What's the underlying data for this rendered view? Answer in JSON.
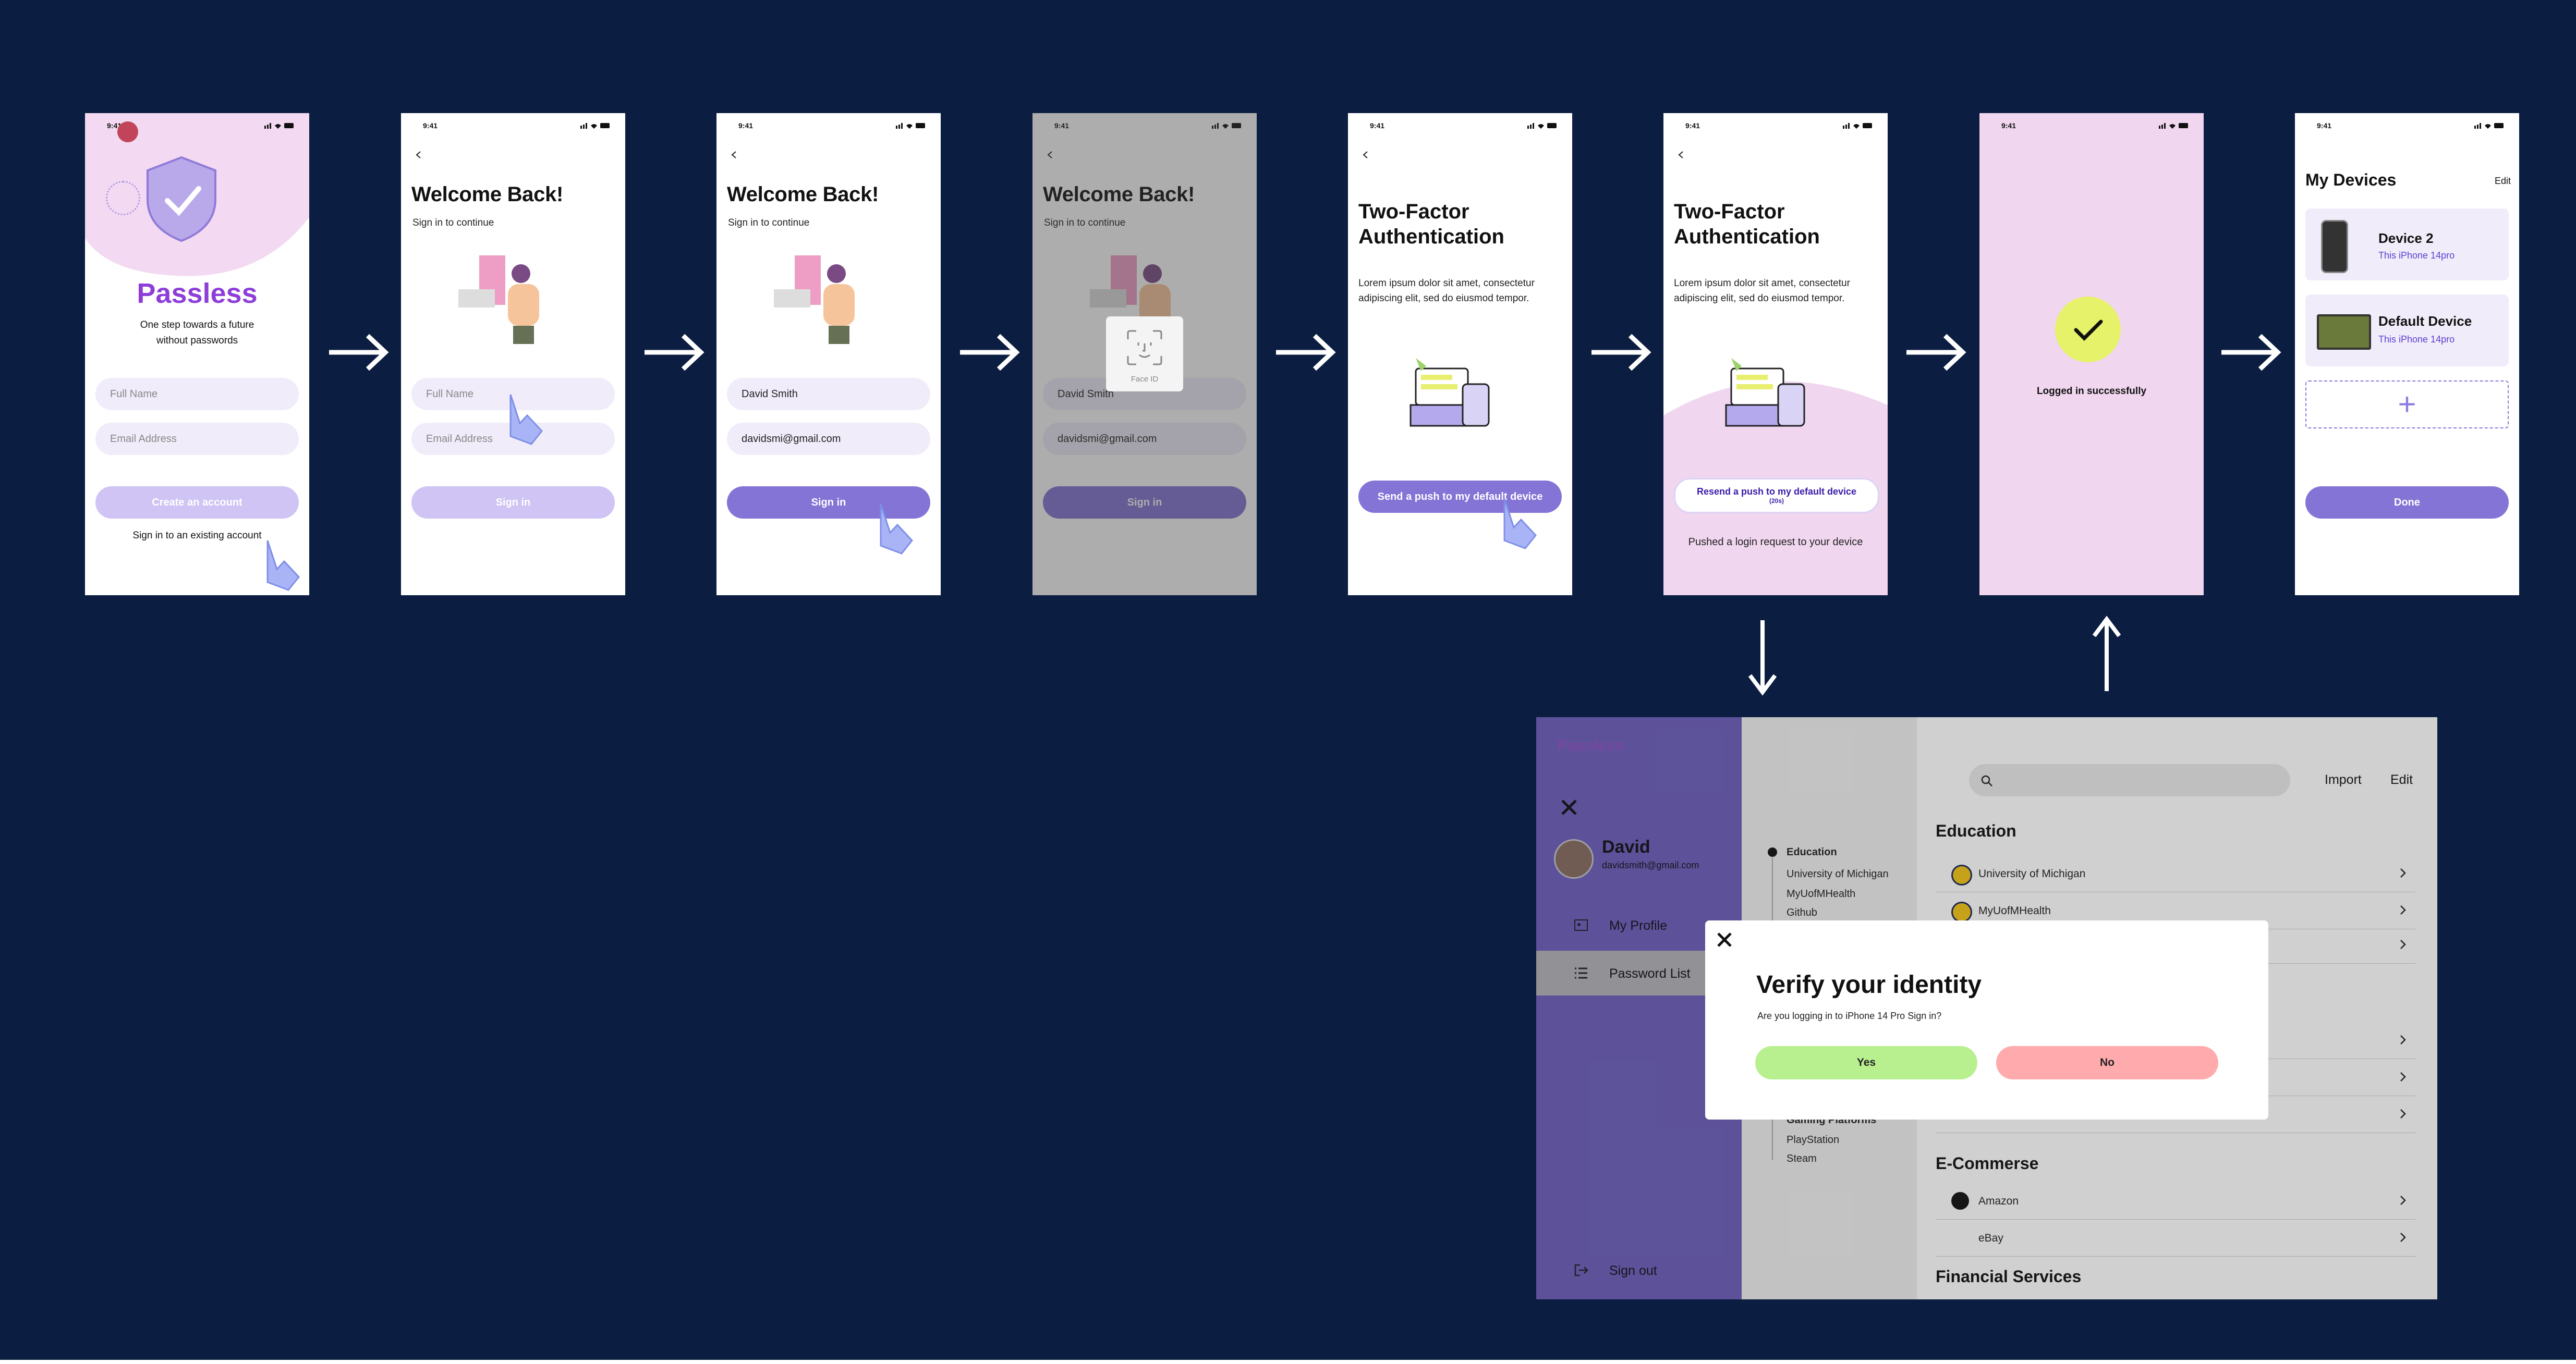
{
  "status_time": "9:41",
  "brand": "Passless",
  "screen1": {
    "tagline_line1": "One step towards a future",
    "tagline_line2": "without passwords",
    "fullname_placeholder": "Full Name",
    "email_placeholder": "Email Address",
    "create_btn": "Create an account",
    "signin_link": "Sign in to an existing account"
  },
  "screen2": {
    "title": "Welcome Back!",
    "subtitle": "Sign in to continue",
    "fullname_placeholder": "Full Name",
    "email_placeholder": "Email Address",
    "signin_btn": "Sign in"
  },
  "screen3": {
    "title": "Welcome Back!",
    "subtitle": "Sign in to continue",
    "name_value": "David Smith",
    "email_value": "davidsmi@gmail.com",
    "signin_btn": "Sign in"
  },
  "screen4": {
    "title": "Welcome Back!",
    "subtitle": "Sign in to continue",
    "name_value": "David Smith",
    "email_value": "davidsmi@gmail.com",
    "signin_btn": "Sign in",
    "faceid_label": "Face ID"
  },
  "screen5": {
    "title_line1": "Two-Factor",
    "title_line2": "Authentication",
    "body": "Lorem ipsum dolor sit amet, consectetur adipiscing elit, sed do eiusmod tempor.",
    "push_btn": "Send a push to my default device"
  },
  "screen6": {
    "title_line1": "Two-Factor",
    "title_line2": "Authentication",
    "body": "Lorem ipsum dolor sit amet, consectetur adipiscing elit, sed do eiusmod tempor.",
    "resend_btn": "Resend a push to my default device",
    "timer": "(20s)",
    "pushed_msg": "Pushed a login request to your device"
  },
  "screen7": {
    "message": "Logged in successfully"
  },
  "screen8": {
    "title": "My Devices",
    "edit": "Edit",
    "devices": [
      {
        "name": "Device 2",
        "sub": "This iPhone 14pro"
      },
      {
        "name": "Default Device",
        "sub": "This iPhone 14pro"
      }
    ],
    "add": "+",
    "done_btn": "Done"
  },
  "desktop": {
    "brand": "Passless",
    "user_name": "David",
    "user_email": "davidsmith@gmail.com",
    "menu": [
      "My Profile",
      "Password List"
    ],
    "signout": "Sign out",
    "import": "Import",
    "edit": "Edit",
    "categories": [
      "Education",
      "University of Michigan",
      "MyUofMHealth",
      "Github",
      "Gaming Platforms",
      "PlayStation",
      "Steam"
    ],
    "sections": {
      "education": "Education",
      "ecommerce": "E-Commerse",
      "financial": "Financial Services"
    },
    "education_items": [
      "University of Michigan",
      "MyUofMHealth"
    ],
    "ecommerce_items": [
      "Amazon",
      "eBay"
    ]
  },
  "modal": {
    "title": "Verify your identity",
    "question": "Are you logging in to iPhone 14 Pro Sign in?",
    "yes": "Yes",
    "no": "No"
  },
  "colors": {
    "background": "#0b1d40",
    "primary": "#8374d6",
    "primary_light": "#cfc4f4",
    "pink": "#f3d9f1",
    "success": "#e6f26a",
    "yes": "#b8f08f",
    "no": "#ffaaad"
  }
}
